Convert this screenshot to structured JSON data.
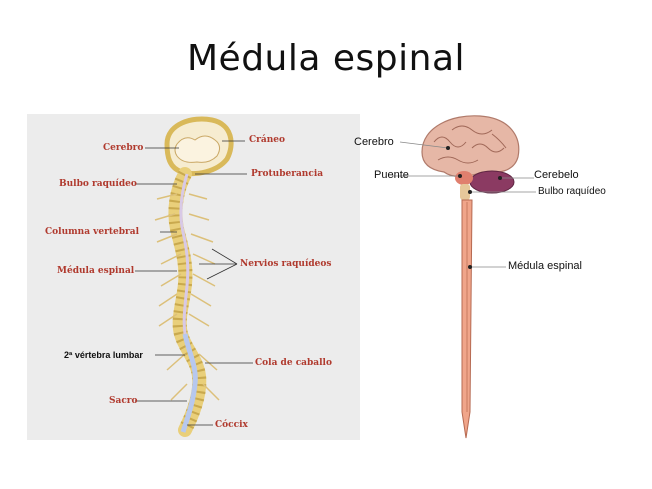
{
  "title": "Médula espinal",
  "left_diagram": {
    "labels": {
      "cerebro": "Cerebro",
      "craneo": "Cráneo",
      "bulbo": "Bulbo raquídeo",
      "protuberancia": "Protuberancia",
      "columna": "Columna vertebral",
      "medula": "Médula espinal",
      "nervios": "Nervios raquídeos",
      "vertebra": "2ª vértebra lumbar",
      "cola": "Cola de caballo",
      "sacro": "Sacro",
      "coccix": "Cóccix"
    },
    "colors": {
      "label": "#b03a2e",
      "bone": "#e9cf7a",
      "background": "#ececec"
    }
  },
  "right_diagram": {
    "labels": {
      "cerebro": "Cerebro",
      "puente": "Puente",
      "cerebelo": "Cerebelo",
      "bulbo": "Bulbo raquídeo",
      "medula": "Médula espinal"
    },
    "colors": {
      "brain": "#e6b7a6",
      "cord": "#f0a58a",
      "cerebellum": "#8b3a62"
    }
  }
}
